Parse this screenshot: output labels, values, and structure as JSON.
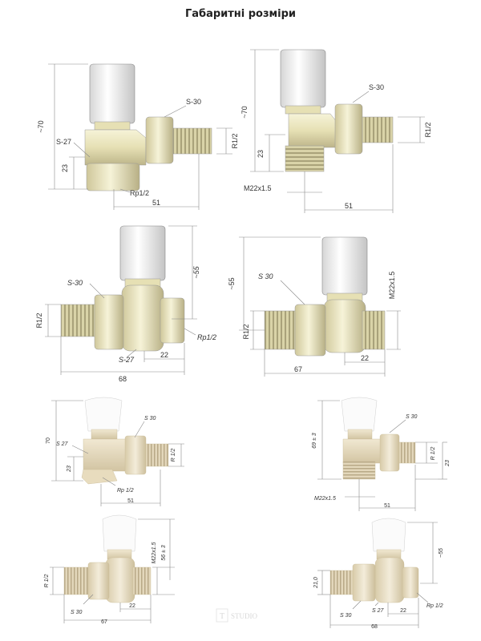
{
  "title": "Габаритні розміри",
  "watermark": "STUDIO",
  "drawings": {
    "d1": {
      "height": "~70",
      "nut_top": "S-30",
      "nut_body": "S-27",
      "d23": "23",
      "thread": "R1/2",
      "rp": "Rp1/2",
      "width": "51"
    },
    "d2": {
      "height": "~70",
      "nut": "S-30",
      "d23": "23",
      "thread_right": "R1/2",
      "thread_bottom": "M22x1.5",
      "width": "51"
    },
    "d3": {
      "height": "~55",
      "nut_left": "S-30",
      "nut_right": "S-27",
      "thread_left": "R1/2",
      "rp": "Rp1/2",
      "d22": "22",
      "width": "68"
    },
    "d4": {
      "height": "~55",
      "nut": "S 30",
      "thread_right": "M22x1.5",
      "thread_left": "R1/2",
      "d22": "22",
      "width": "67"
    },
    "p1": {
      "height": "70",
      "nut_top": "S 30",
      "nut_body": "S 27",
      "d23": "23",
      "thread": "R 1/2",
      "rp": "Rp 1/2",
      "width": "51"
    },
    "p2": {
      "height": "69 ± 3",
      "nut": "S 30",
      "thread": "R 1/2",
      "d23": "23",
      "thread_bottom": "M22x1.5",
      "width": "51"
    },
    "p3": {
      "thread_top": "M22x1.5",
      "height": "56 ± 3",
      "thread_left": "R 1/2",
      "nut": "S 30",
      "d22": "22",
      "width": "67"
    },
    "p4": {
      "height": "~55",
      "d21": "21,0",
      "rp": "Rp 1/2",
      "nut_left": "S 30",
      "nut_right": "S 27",
      "d22": "22",
      "width": "68"
    }
  }
}
